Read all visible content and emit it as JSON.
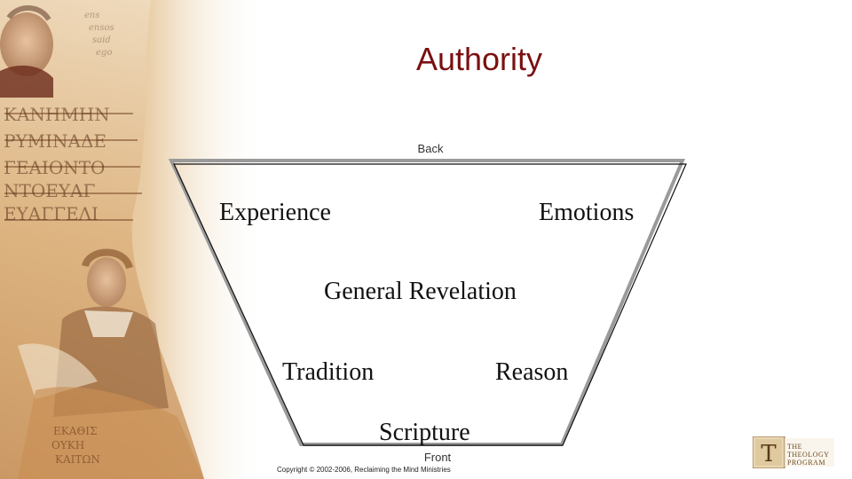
{
  "slide": {
    "title": "Authority",
    "back_label": "Back",
    "front_label": "Front",
    "copyright": "Copyright © 2002-2006, Reclaiming the Mind Ministries"
  },
  "diagram": {
    "terms": {
      "experience": "Experience",
      "emotions": "Emotions",
      "general_revelation": "General Revelation",
      "tradition": "Tradition",
      "reason": "Reason",
      "scripture": "Scripture"
    }
  },
  "logo": {
    "line1": "THE",
    "line2": "THEOLOGY",
    "line3": "PROGRAM"
  },
  "colors": {
    "title": "#7a1010",
    "parchment": "#e8c79a",
    "logo_text": "#6a4a20"
  },
  "icons": {
    "side_art": "manuscript-collage-image",
    "logo": "theology-program-logo"
  }
}
